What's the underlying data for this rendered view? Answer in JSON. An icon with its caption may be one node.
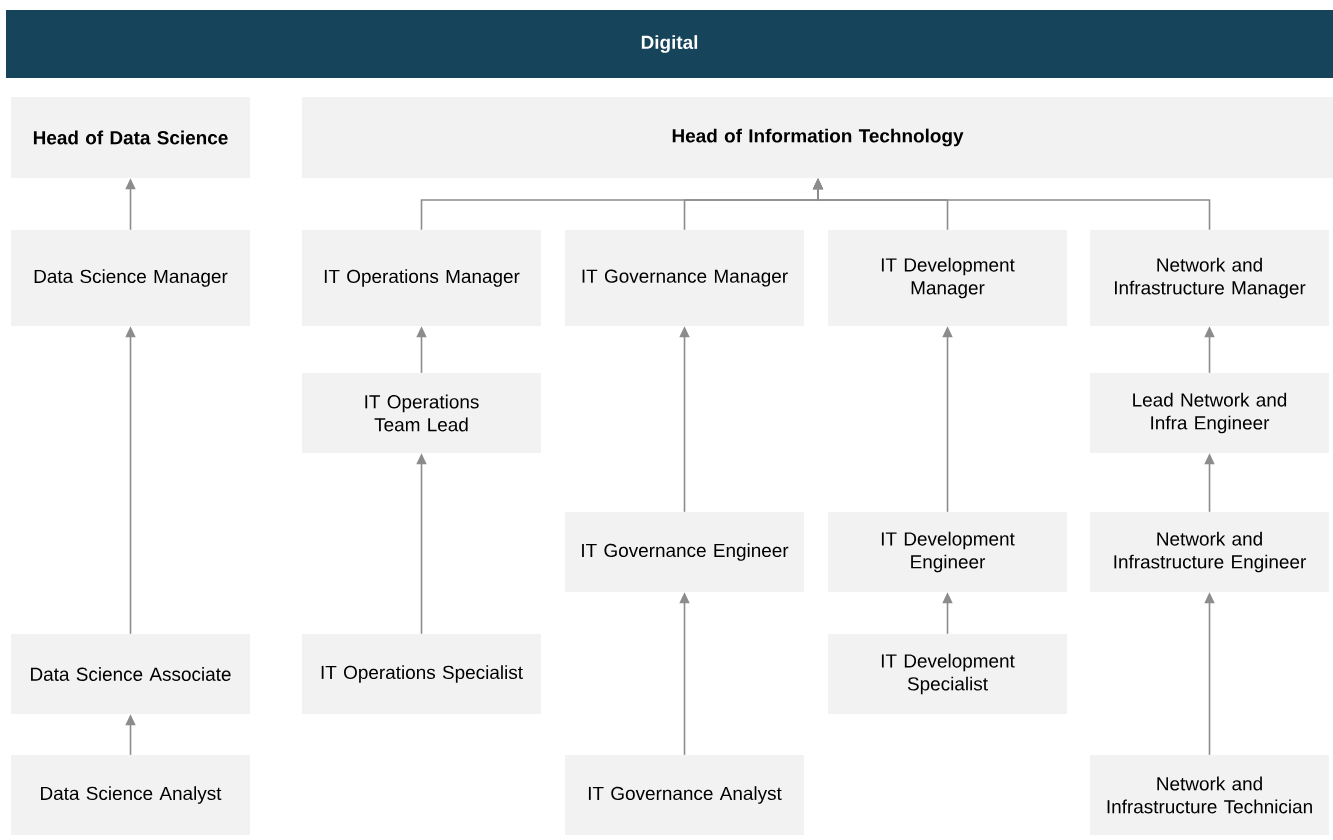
{
  "diagram": {
    "nodes": [
      {
        "text": [
          "Digital"
        ]
      },
      {
        "text": [
          "Head of Data Science"
        ]
      },
      {
        "text": [
          "Head of Information Technology"
        ]
      },
      {
        "text": [
          "Data Science Manager"
        ]
      },
      {
        "text": [
          "IT Operations Manager"
        ]
      },
      {
        "text": [
          "IT Governance Manager"
        ]
      },
      {
        "text": [
          "IT Development Manager"
        ]
      },
      {
        "text": [
          "Network and Infrastructure Manager"
        ]
      },
      {
        "text": [
          "IT Operations Team Lead"
        ]
      },
      {
        "text": [
          "Lead Network and Infra Engineer"
        ]
      },
      {
        "text": [
          "IT Governance Engineer"
        ]
      },
      {
        "text": [
          "IT Development Engineer"
        ]
      },
      {
        "text": [
          "Network and Infrastructure Engineer"
        ]
      },
      {
        "text": [
          "Data Science Associate"
        ]
      },
      {
        "text": [
          "IT Operations Specialist"
        ]
      },
      {
        "text": [
          "IT Development Specialist"
        ]
      },
      {
        "text": [
          "Data Science Analyst"
        ]
      },
      {
        "text": [
          "IT Governance Analyst"
        ]
      },
      {
        "text": [
          "Network and Infrastructure Technician"
        ]
      }
    ],
    "edges": [
      {
        "from": 3,
        "to": 1,
        "arrow": "to"
      },
      {
        "from": 4,
        "to": 2,
        "arrow": "to"
      },
      {
        "from": 5,
        "to": 2,
        "arrow": "to"
      },
      {
        "from": 6,
        "to": 2,
        "arrow": "to"
      },
      {
        "from": 7,
        "to": 2,
        "arrow": "to"
      },
      {
        "from": 8,
        "to": 4,
        "arrow": "to"
      },
      {
        "from": 14,
        "to": 8,
        "arrow": "to"
      },
      {
        "from": 13,
        "to": 3,
        "arrow": "to"
      },
      {
        "from": 16,
        "to": 13,
        "arrow": "to"
      },
      {
        "from": 10,
        "to": 5,
        "arrow": "to"
      },
      {
        "from": 17,
        "to": 10,
        "arrow": "to"
      },
      {
        "from": 11,
        "to": 6,
        "arrow": "to"
      },
      {
        "from": 15,
        "to": 11,
        "arrow": "to"
      },
      {
        "from": 9,
        "to": 7,
        "arrow": "to"
      },
      {
        "from": 12,
        "to": 9,
        "arrow": "to"
      },
      {
        "from": 18,
        "to": 12,
        "arrow": "to"
      }
    ]
  }
}
